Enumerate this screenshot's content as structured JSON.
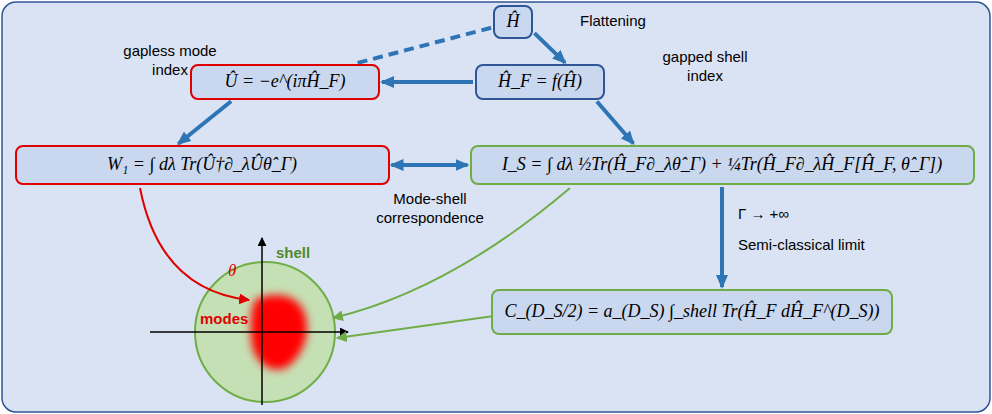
{
  "diagram": {
    "nodes": [
      {
        "text": [
          "Ĥ"
        ]
      },
      {
        "text": [
          "Û = −e^(iπĤ_F)"
        ]
      },
      {
        "text": [
          "Ĥ_F = f(Ĥ)"
        ]
      },
      {
        "text": [
          "W₁ = ∫ dλ Tr(Û†∂_λÛθ̂_Γ)"
        ]
      },
      {
        "text": [
          "I_S = ∫ dλ ½Tr(Ĥ_F∂_λθ̂_Γ) + ¼Tr(Ĥ_F∂_λĤ_F[Ĥ_F, θ̂_Γ])"
        ]
      },
      {
        "text": [
          "C_(D_S/2) = a_(D_S) ∫_shell Tr(Ĥ_F dĤ_F^(D_S))"
        ]
      }
    ],
    "edges": [
      {
        "from": 0,
        "to": 1,
        "arrow": "none"
      },
      {
        "from": 0,
        "to": 2,
        "arrow": "to"
      },
      {
        "from": 2,
        "to": 1,
        "arrow": "to"
      },
      {
        "from": 1,
        "to": 3,
        "arrow": "to"
      },
      {
        "from": 2,
        "to": 4,
        "arrow": "to"
      },
      {
        "from": 3,
        "to": 4,
        "arrow": "both"
      },
      {
        "from": 4,
        "to": 5,
        "arrow": "to"
      }
    ],
    "labels": [
      "Flattening",
      "gapless mode index",
      "gapped shell index",
      "Mode-shell correspondence",
      "Γ → +∞",
      "Semi-classical limit",
      "θ",
      "modes",
      "shell"
    ]
  }
}
